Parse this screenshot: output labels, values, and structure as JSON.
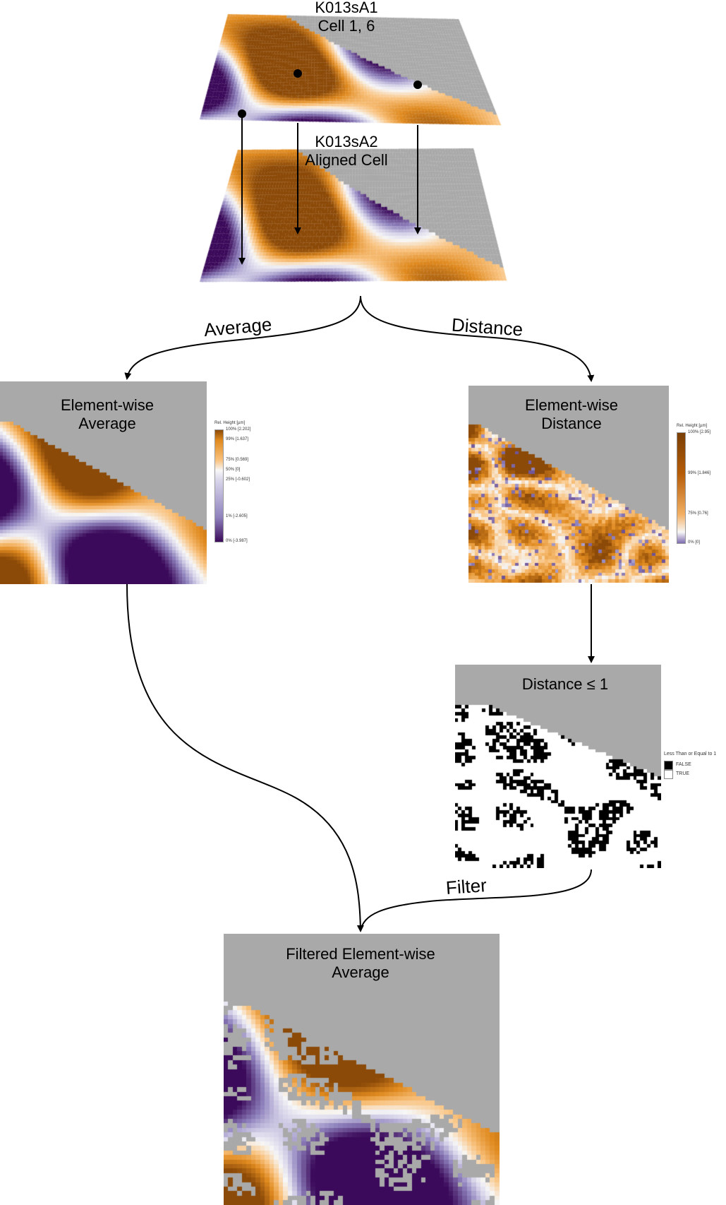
{
  "top_map": {
    "title_line1": "K013sA1",
    "title_line2": "Cell 1, 6"
  },
  "aligned_map": {
    "title_line1": "K013sA2",
    "title_line2": "Aligned Cell"
  },
  "branch_labels": {
    "average": "Average",
    "distance": "Distance",
    "filter": "Filter"
  },
  "average_map": {
    "title_line1": "Element-wise",
    "title_line2": "Average",
    "legend_title": "Rel. Height [µm]",
    "legend_ticks": [
      {
        "label": "100% [2.202]",
        "frac": 0.0
      },
      {
        "label": "99% [1.637]",
        "frac": 0.09
      },
      {
        "label": "75% [0.569]",
        "frac": 0.27
      },
      {
        "label": "50% [0]",
        "frac": 0.36
      },
      {
        "label": "25% [-0.602]",
        "frac": 0.45
      },
      {
        "label": "1% [-2.605]",
        "frac": 0.78
      },
      {
        "label": "0% [-3.987]",
        "frac": 1.0
      }
    ]
  },
  "distance_map": {
    "title_line1": "Element-wise",
    "title_line2": "Distance",
    "legend_title": "Rel. Height [µm]",
    "legend_ticks": [
      {
        "label": "100% [2.95]",
        "frac": 0.0
      },
      {
        "label": "99% [1.846]",
        "frac": 0.37
      },
      {
        "label": "75% [0.76]",
        "frac": 0.74
      },
      {
        "label": "0% [0]",
        "frac": 1.0
      }
    ]
  },
  "threshold_map": {
    "title": "Distance ≤ 1",
    "legend_title": "Less Than or Equal to 1",
    "legend_items": [
      {
        "label": "FALSE",
        "color": "#000000"
      },
      {
        "label": "TRUE",
        "color": "#ffffff"
      }
    ]
  },
  "filtered_map": {
    "title_line1": "Filtered Element-wise",
    "title_line2": "Average"
  },
  "colors": {
    "missing": "#a9a9a9",
    "purple_dark": "#3b0a5a",
    "orange_dark": "#8c4a08",
    "white": "#ffffff"
  }
}
